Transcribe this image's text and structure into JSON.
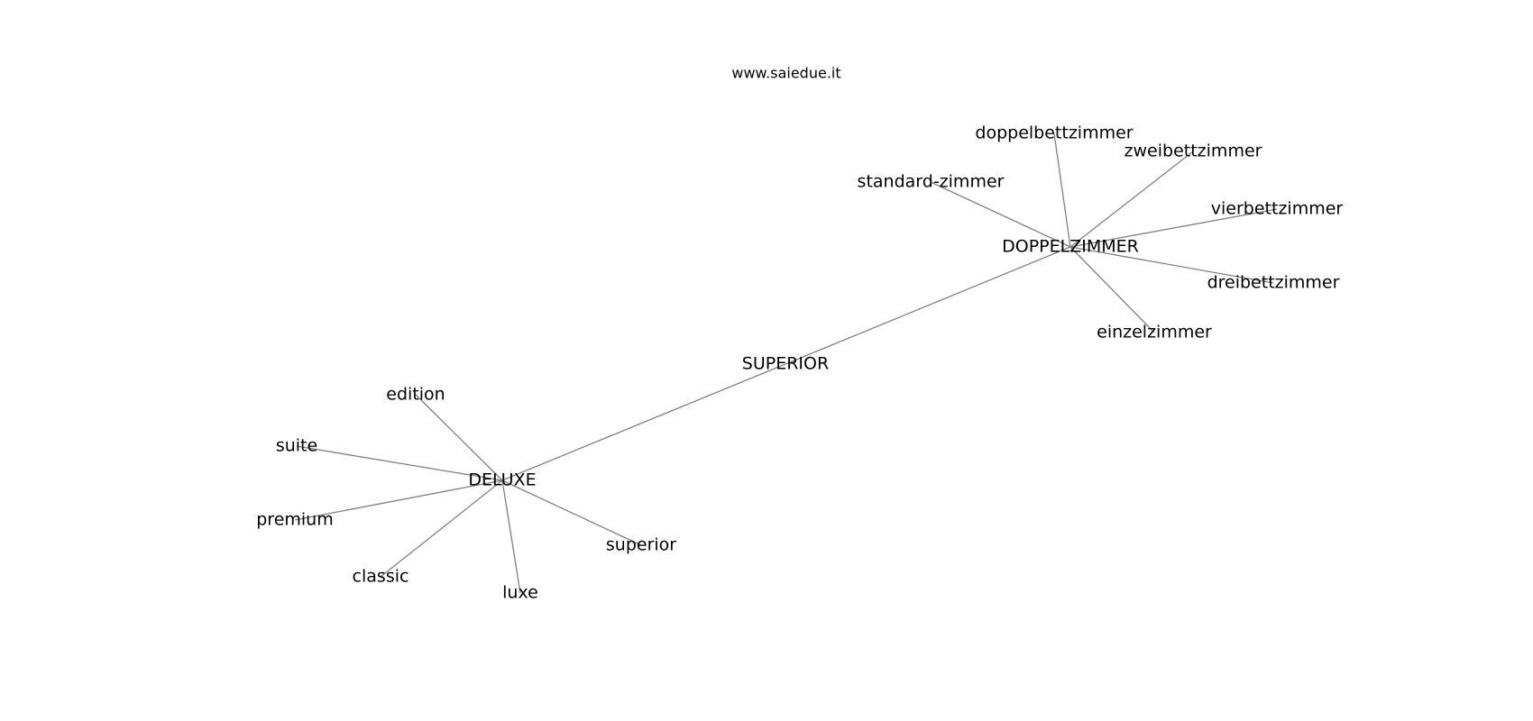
{
  "title": "www.saiedue.it",
  "nodes": [
    {
      "id": "SUPERIOR",
      "label": "SUPERIOR"
    },
    {
      "id": "DOPPELZIMMER",
      "label": "DOPPELZIMMER"
    },
    {
      "id": "DELUXE",
      "label": "DELUXE"
    },
    {
      "id": "doppelbettzimmer",
      "label": "doppelbettzimmer"
    },
    {
      "id": "zweibettzimmer",
      "label": "zweibettzimmer"
    },
    {
      "id": "standard-zimmer",
      "label": "standard-zimmer"
    },
    {
      "id": "vierbettzimmer",
      "label": "vierbettzimmer"
    },
    {
      "id": "dreibettzimmer",
      "label": "dreibettzimmer"
    },
    {
      "id": "einzelzimmer",
      "label": "einzelzimmer"
    },
    {
      "id": "edition",
      "label": "edition"
    },
    {
      "id": "suite",
      "label": "suite"
    },
    {
      "id": "premium",
      "label": "premium"
    },
    {
      "id": "classic",
      "label": "classic"
    },
    {
      "id": "luxe",
      "label": "luxe"
    },
    {
      "id": "superior",
      "label": "superior"
    }
  ],
  "edges": [
    [
      "SUPERIOR",
      "DOPPELZIMMER"
    ],
    [
      "SUPERIOR",
      "DELUXE"
    ],
    [
      "DOPPELZIMMER",
      "doppelbettzimmer"
    ],
    [
      "DOPPELZIMMER",
      "zweibettzimmer"
    ],
    [
      "DOPPELZIMMER",
      "standard-zimmer"
    ],
    [
      "DOPPELZIMMER",
      "vierbettzimmer"
    ],
    [
      "DOPPELZIMMER",
      "dreibettzimmer"
    ],
    [
      "DOPPELZIMMER",
      "einzelzimmer"
    ],
    [
      "DELUXE",
      "edition"
    ],
    [
      "DELUXE",
      "suite"
    ],
    [
      "DELUXE",
      "premium"
    ],
    [
      "DELUXE",
      "classic"
    ],
    [
      "DELUXE",
      "luxe"
    ],
    [
      "DELUXE",
      "superior"
    ]
  ]
}
